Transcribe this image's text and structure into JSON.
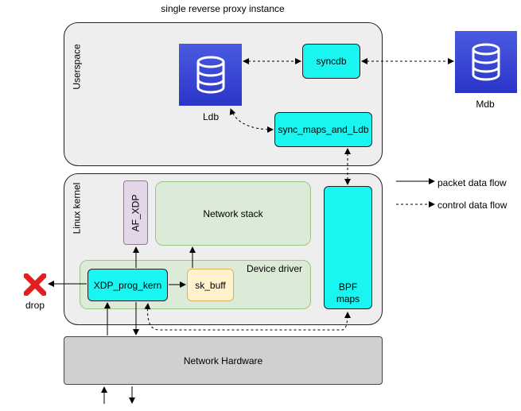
{
  "title": "single reverse proxy instance",
  "regions": {
    "userspace": "Userspace",
    "kernel": "Linux kernel"
  },
  "nodes": {
    "ldb": "Ldb",
    "mdb": "Mdb",
    "syncdb": "syncdb",
    "sync_maps": "sync_maps_and_Ldb",
    "af_xdp": "AF_XDP",
    "network_stack": "Network stack",
    "device_driver": "Device driver",
    "xdp_prog": "XDP_prog_kern",
    "sk_buff": "sk_buff",
    "bpf_maps_line1": "BPF",
    "bpf_maps_line2": "maps",
    "hardware": "Network Hardware",
    "drop": "drop"
  },
  "legend": {
    "packet": "packet data flow",
    "control": "control data flow"
  },
  "colors": {
    "cyan": "#19f5f0",
    "db_blue": "#3a48d8",
    "drop_red": "#e32020"
  },
  "icons": [
    "database-icon",
    "drop-x-icon"
  ]
}
